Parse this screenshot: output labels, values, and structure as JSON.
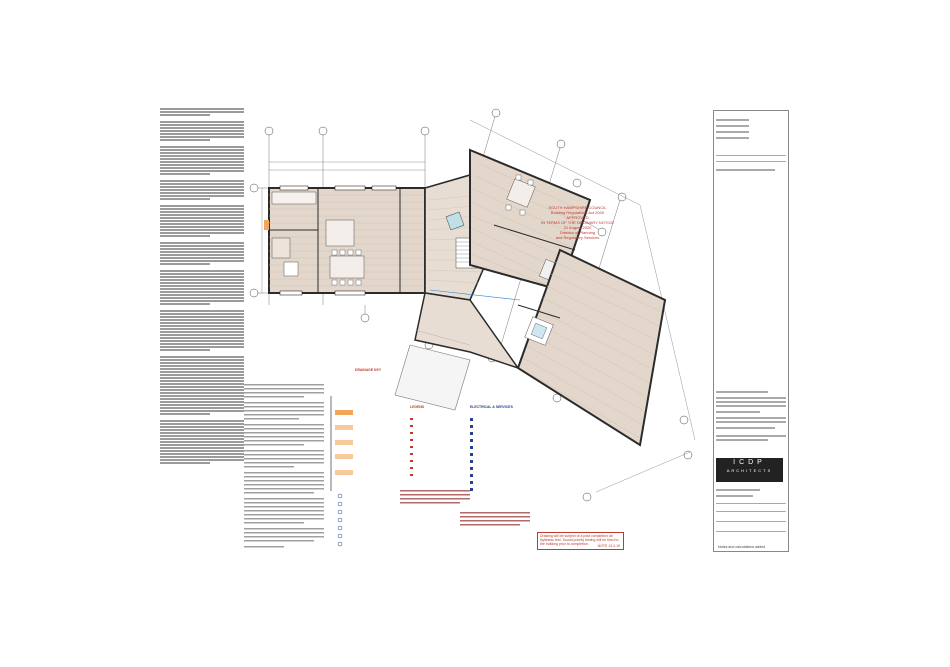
{
  "approval_stamp": {
    "lines": [
      "SOUTH HAMPSHIRE COUNCIL",
      "Building Regulations Act 2000",
      "APPROVED",
      "IN TERMS OF THE ORDINARY NOTICE",
      "21 August 2020",
      "Director of Planning",
      "and Regulatory Services"
    ]
  },
  "sheet_legends": {
    "finishes_title": "LEGEND",
    "services_title": "ELECTRICAL & SERVICES",
    "drainage_title": "DRAINAGE KEY"
  },
  "warning_box": {
    "text": "Drawing will be subject of a post completion air tightness test. Sound priority testing will be fixed to the building prior to completion.",
    "ref": "NOTE 13.4.19"
  },
  "title_block": {
    "practice": "ICDP",
    "practice_sub": "ARCHITECTS",
    "revision_note": "Notes and calculations added"
  },
  "colors": {
    "wall": "#2b2b2b",
    "floor_fill": "#e3d7cc",
    "grid_bubble": "#444444",
    "annotation_red": "#c0392b",
    "annotation_blue": "#2a3f8f"
  }
}
